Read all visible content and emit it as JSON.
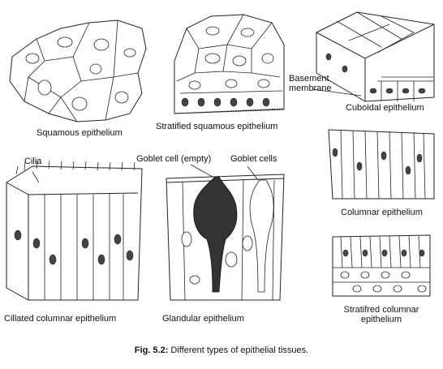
{
  "labels": {
    "squamous": "Squamous epithelium",
    "stratified_squamous": "Stratified squamous epithelium",
    "basement_membrane": "Basement\nmembrane",
    "cuboidal": "Cuboidal epithelium",
    "columnar": "Columnar epithelium",
    "cilia": "Cilia",
    "goblet_empty": "Goblet cell (empty)",
    "goblet_cells": "Goblet cells",
    "ciliated_columnar": "Cillated columnar epithelium",
    "glandular": "Glandular epithelium",
    "stratified_columnar_1": "Stratifred columnar",
    "stratified_columnar_2": "epithelium"
  },
  "caption": {
    "prefix": "Fig. 5.2:",
    "text": "Different types of epithelial tissues."
  },
  "colors": {
    "ink": "#222222",
    "background": "#ffffff"
  }
}
